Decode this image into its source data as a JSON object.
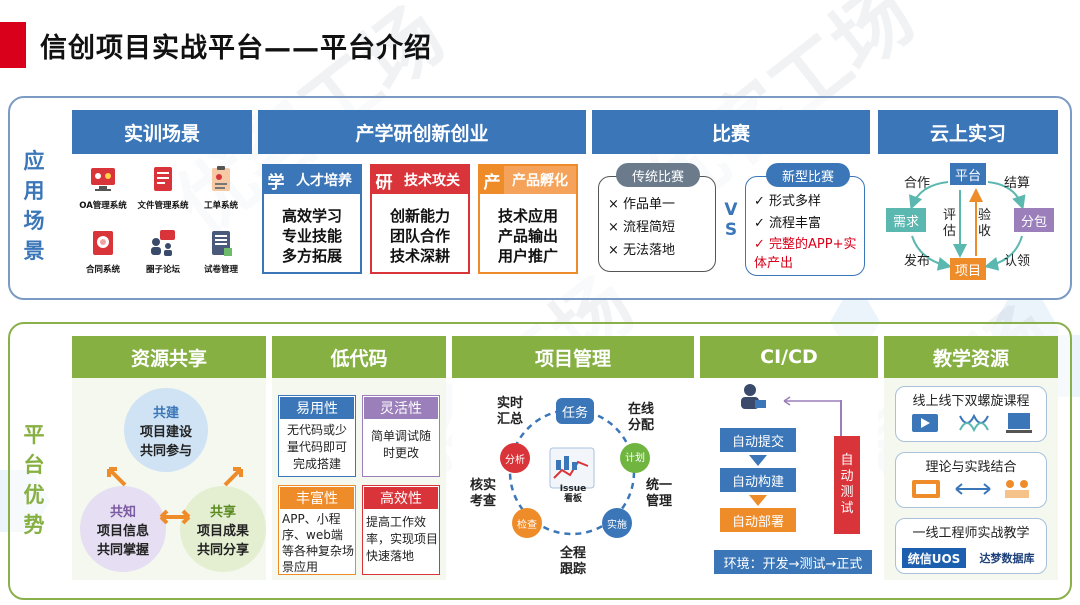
{
  "title": "信创项目实战平台——平台介绍",
  "app_section": {
    "label": "应用场景",
    "training": {
      "header": "实训场景",
      "items": [
        "OA管理系统",
        "文件管理系统",
        "工单系统",
        "合同系统",
        "圈子论坛",
        "试卷管理"
      ]
    },
    "industry": {
      "header": "产学研创新创业",
      "cols": [
        {
          "char": "学",
          "title": "人才培养",
          "lines": [
            "高效学习",
            "专业技能",
            "多方拓展"
          ]
        },
        {
          "char": "研",
          "title": "技术攻关",
          "lines": [
            "创新能力",
            "团队合作",
            "技术深耕"
          ]
        },
        {
          "char": "产",
          "title": "产品孵化",
          "lines": [
            "技术应用",
            "产品输出",
            "用户推广"
          ]
        }
      ]
    },
    "competition": {
      "header": "比赛",
      "traditional": {
        "tag": "传统比赛",
        "items": [
          "作品单一",
          "流程简短",
          "无法落地"
        ]
      },
      "vs_top": "V",
      "vs_bottom": "S",
      "modern": {
        "tag": "新型比赛",
        "items": [
          "形式多样",
          "流程丰富"
        ],
        "highlight": "完整的APP+实体产出"
      }
    },
    "cloud": {
      "header": "云上实习",
      "nodes": {
        "top": "平台",
        "left": "需求",
        "right": "分包",
        "bottom": "项目"
      },
      "labels": {
        "tl": "合作",
        "tr": "结算",
        "bl": "发布",
        "br": "认领",
        "ml": "评估",
        "mr": "验收"
      }
    }
  },
  "adv_section": {
    "label": "平台优势",
    "resource": {
      "header": "资源共享",
      "top": {
        "title": "共建",
        "lines": [
          "项目建设",
          "共同参与"
        ]
      },
      "left": {
        "title": "共知",
        "lines": [
          "项目信息",
          "共同掌握"
        ]
      },
      "right": {
        "title": "共享",
        "lines": [
          "项目成果",
          "共同分享"
        ]
      }
    },
    "lowcode": {
      "header": "低代码",
      "cards": [
        {
          "title": "易用性",
          "text": "无代码或少量代码即可完成搭建"
        },
        {
          "title": "灵活性",
          "text": "简单调试随时更改"
        },
        {
          "title": "丰富性",
          "text": "APP、小程序、web端等各种复杂场景应用"
        },
        {
          "title": "高效性",
          "text": "提高工作效率，实现项目快速落地"
        }
      ]
    },
    "pm": {
      "header": "项目管理",
      "center_label": "Issue看板",
      "nodes": [
        "任务",
        "计划",
        "实施",
        "检查",
        "分析"
      ],
      "outer": [
        "实时汇总",
        "在线分配",
        "统一管理",
        "全程跟踪",
        "核实考查"
      ]
    },
    "cicd": {
      "header": "CI/CD",
      "steps": [
        "自动提交",
        "自动构建",
        "自动部署"
      ],
      "side": "自动测试",
      "env": "环境：开发→测试→正式"
    },
    "teaching": {
      "header": "教学资源",
      "items": [
        "线上线下双螺旋课程",
        "理论与实践结合",
        "一线工程师实战教学"
      ],
      "logos": [
        "统信UOS",
        "达梦数据库"
      ]
    }
  },
  "watermark": "优客工场",
  "colors": {
    "red": "#d9001b",
    "blue": "#3a76b8",
    "green": "#87b043",
    "orange": "#ef8c2a",
    "purple": "#9b7fba"
  }
}
